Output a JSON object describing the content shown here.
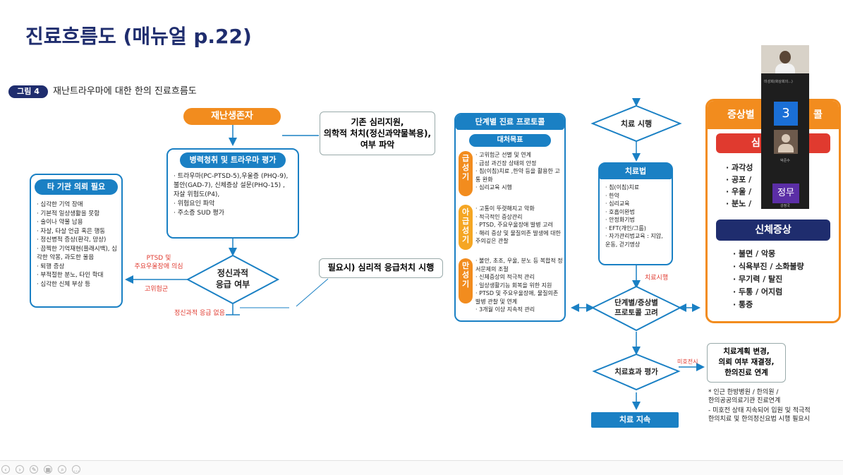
{
  "slide": {
    "title": "진료흐름도 (매뉴얼 p.22)",
    "figure_badge": "그림 4",
    "figure_caption": "재난트라우마에 대한 한의 진료흐름도"
  },
  "flow": {
    "survivor": "재난생존자",
    "existing_support": "기존 심리지원,\n의학적 처치(정신과약물복용),\n여부 파악",
    "history_title": "병력청취 및 트라우마 평가",
    "history_items": [
      "트라우마(PC-PTSD-5),우울증 (PHQ-9), 불안(GAD-7), 신체증상 설문(PHQ-15) , 자살 위험도(P4),",
      "위험요인 파악",
      "주소증 SUD 평가"
    ],
    "referral_title": "타 기관 의뢰 필요",
    "referral_items": [
      "심각한 기억 장애",
      "기본적 일상생활을 못함",
      "술이나 약물 남용",
      "자살, 타살 언급 혹은 행동",
      "정신병적 증상(환각, 망상)",
      "끔찍한 기억재현(플래시백), 심각한 악몽, 과도한 울음",
      "퇴행 증상",
      "부적절한 분노, 타인 학대",
      "심각한 신체 부상 등"
    ],
    "emergency_diamond": "정신과적\n응급 여부",
    "ptsd_label": "PTSD 및\n주요우울장애 의심",
    "high_risk_label": "고위험군",
    "no_emergency_label": "정신과적 응급 없음",
    "first_aid": "필요시) 심리적 응급처치 시행"
  },
  "protocol": {
    "title": "단계별 진료 프로토콜",
    "goal_title": "대처목표",
    "stages": [
      {
        "label": "급\n성\n기",
        "color": "#f28c1e",
        "items": [
          "고위험군 선별 및 연계",
          "급성 과긴장 상태의 안정",
          "침(이침)치료 ,한약 등을 활용한 고통 완화",
          "심리교육 시행"
        ]
      },
      {
        "label": "아\n급\n성\n기",
        "color": "#f5a623",
        "items": [
          "고통이 뚜렷해지고 악화",
          "적극적인 증상관리",
          "PTSD, 주요우울장애 발병 고려",
          "해리 증상 및 물질의존 발생에 대한 주의깊은 관찰"
        ]
      },
      {
        "label": "만\n성\n기",
        "color": "#f28c1e",
        "items": [
          "불안, 초조, 우울, 분노 등 복합적 정서문제의 조절",
          "신체증상의 적극적 관리",
          "일상생활기능 회복을 위한 지원",
          "PTSD 및 주요우울장애, 물질의존 발병 관찰 및 연계",
          "3개월 이상 지속적 관리"
        ]
      }
    ]
  },
  "treatment": {
    "start": "치료 시행",
    "method_title": "치료법",
    "method_items": [
      "침(이침)치료",
      "한약",
      "심리교육",
      "호흡이완법",
      "안정화기법",
      "EFT(개인/그룹)",
      "자가관리법교육 : 지압, 운동, 걷기명상"
    ],
    "treat_label": "치료시행",
    "consider": "단계별/증상별\n프로토콜 고려",
    "evaluate": "치료효과 평가",
    "not_improved": "미호전시",
    "plan_change": "치료계획 변경,\n의뢰 여부 재결정,\n한의진료 연계",
    "continue": "치료 지속",
    "notes": [
      "* 인근 한방병원 / 한의원 /\n  한의공공의료기관  진료연계",
      "- 미호전 상태 지속되어 입원 및 적극적\n  한의치료 및 한의정신요법 시행 필요시"
    ]
  },
  "symptoms": {
    "title": "증상별",
    "title_suffix": "콜",
    "emotion_title": "심",
    "emotion_items": [
      "과각성",
      "공포 /",
      "우울 /",
      "분노 /"
    ],
    "body_title": "신체증상",
    "body_items": [
      "불면 / 악몽",
      "식욕부진 / 소화불량",
      "무기력 / 탈진",
      "두통 / 어지럼",
      "통증"
    ]
  },
  "video_panel": {
    "participant_count": "3",
    "participant_name": "정무",
    "caption1": "미성회(화상회의...)",
    "caption2": "박준수",
    "caption3": "강정국"
  },
  "colors": {
    "navy": "#1f2d6e",
    "blue": "#1a80c4",
    "orange": "#f28c1e",
    "red": "#e03a2f",
    "purple": "#5b2ea6"
  }
}
